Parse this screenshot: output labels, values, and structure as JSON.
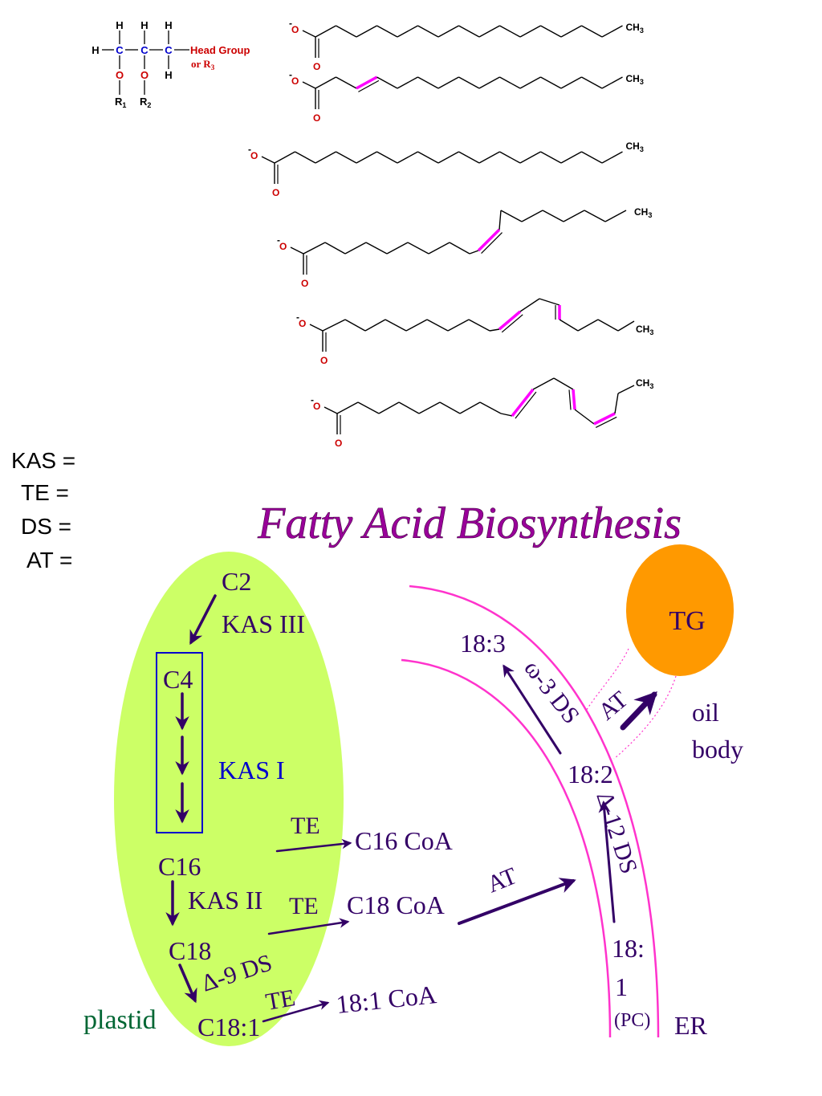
{
  "glycerolipid": {
    "h": "H",
    "c": "C",
    "o": "O",
    "r1": "R",
    "r1_sub": "1",
    "r2": "R",
    "r2_sub": "2",
    "head_group": "Head Group",
    "or_r3": "or R",
    "r3_sub": "3"
  },
  "fatty_acids": {
    "carboxylate_oxygen": "O",
    "carbonyl_oxygen": "O",
    "charge": "-",
    "methyl": "CH",
    "methyl_sub": "3"
  },
  "abbreviations": [
    {
      "label": "KAS ="
    },
    {
      "label": "TE ="
    },
    {
      "label": "DS ="
    },
    {
      "label": "AT ="
    }
  ],
  "diagram": {
    "title": "Fatty Acid Biosynthesis",
    "plastid": {
      "label": "plastid",
      "c2": "C2",
      "kas3": "KAS III",
      "c4": "C4",
      "kas1": "KAS I",
      "c16": "C16",
      "kas2": "KAS II",
      "c18": "C18",
      "d9ds": "Δ-9 DS",
      "c181": "C18:1",
      "te1": "TE",
      "te2": "TE",
      "te3": "TE"
    },
    "products": {
      "c16coa": "C16 CoA",
      "c18coa": "C18 CoA",
      "c181coa": "18:1 CoA",
      "at": "AT"
    },
    "er": {
      "label": "ER",
      "s183": "18:3",
      "w3ds": "ω-3 DS",
      "s182": "18:2",
      "d12ds": "Δ-12 DS",
      "s181a": "18:",
      "s181b": "1",
      "pc": "(PC)"
    },
    "oil_body": {
      "tg": "TG",
      "at": "AT",
      "label_line1": "oil",
      "label_line2": "body"
    }
  },
  "colors": {
    "plastid_fill": "#ccff66",
    "tg_fill": "#ff9900",
    "membrane": "#ff33cc",
    "title": "#990099",
    "arrow_text": "#330066",
    "kas1": "#0000cc",
    "plastid_label": "#006633",
    "oxygen": "#cc0000",
    "carbon_blue": "#0000cc",
    "double_bond": "#ff00ff"
  }
}
